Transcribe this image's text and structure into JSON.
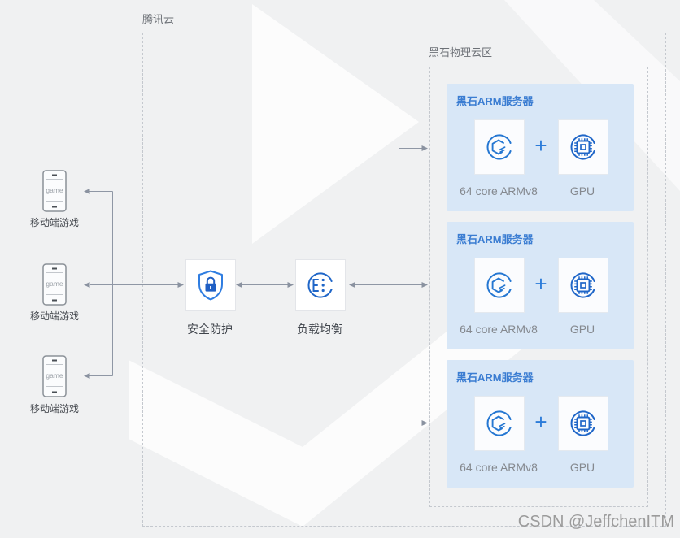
{
  "colors": {
    "background": "#f0f1f2",
    "accent_blue": "#2577d2",
    "dark_blue": "#1f5fc4",
    "panel_background": "#d8e7f7",
    "panel_title_blue": "#3b7dd2",
    "connector_gray": "#8f97a5",
    "label_dark": "#3f444b",
    "label_muted": "#85898f"
  },
  "zones": {
    "tencent_cloud": {
      "label": "腾讯云"
    },
    "blackstone": {
      "label": "黑石物理云区"
    }
  },
  "clients": [
    {
      "label": "移动端游戏",
      "screen_text": "game"
    },
    {
      "label": "移动端游戏",
      "screen_text": "game"
    },
    {
      "label": "移动端游戏",
      "screen_text": "game"
    }
  ],
  "middleware": {
    "security": {
      "label": "安全防护"
    },
    "load_balancer": {
      "label": "负载均衡"
    }
  },
  "servers": [
    {
      "title": "黑石ARM服务器",
      "plus": "+",
      "cpu_label": "64 core ARMv8",
      "gpu_label": "GPU"
    },
    {
      "title": "黑石ARM服务器",
      "plus": "+",
      "cpu_label": "64 core ARMv8",
      "gpu_label": "GPU"
    },
    {
      "title": "黑石ARM服务器",
      "plus": "+",
      "cpu_label": "64 core ARMv8",
      "gpu_label": "GPU"
    }
  ],
  "watermark": {
    "text": "CSDN @JeffchenITM"
  }
}
